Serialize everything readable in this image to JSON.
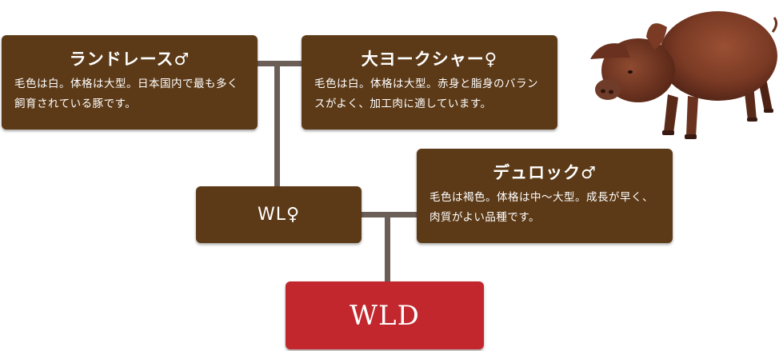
{
  "landrace": {
    "title": "ランドレース♂",
    "desc": "毛色は白。体格は大型。日本国内で最も多く飼育されている豚です。"
  },
  "yorkshire": {
    "title": "大ヨークシャー♀",
    "desc": "毛色は白。体格は大型。赤身と脂身のバランスがよく、加工肉に適しています。"
  },
  "duroc": {
    "title": "デュロック♂",
    "desc": "毛色は褐色。体格は中～大型。成長が早く、肉質がよい品種です。"
  },
  "wl": {
    "label": "WL♀"
  },
  "wld": {
    "label": "WLD"
  },
  "colors": {
    "box_brown": "#5c3a17",
    "wld_red": "#c1272d",
    "connector_gray": "#6b5e56"
  },
  "icons": {
    "pig": "pig-photo-icon"
  }
}
